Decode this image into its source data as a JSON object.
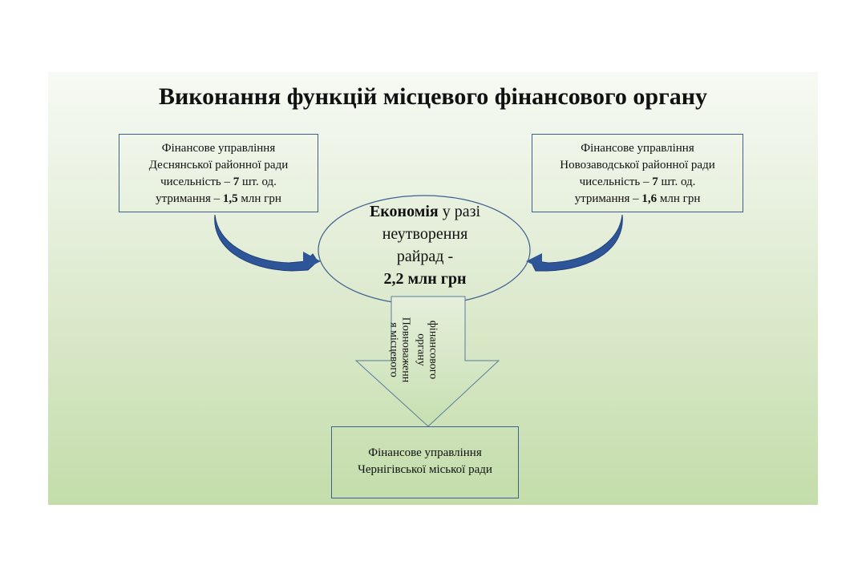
{
  "title": "Виконання функцій місцевого фінансового органу",
  "left_box": {
    "line1": "Фінансове управління",
    "line2": "Деснянської районної ради",
    "line3_pre": "чисельність – ",
    "line3_bold": "7",
    "line3_post": " шт. од.",
    "line4_pre": "утримання – ",
    "line4_bold": "1,5",
    "line4_post": " млн грн"
  },
  "right_box": {
    "line1": "Фінансове управління",
    "line2": "Новозаводської районної ради",
    "line3_pre": "чисельність – ",
    "line3_bold": "7",
    "line3_post": " шт. од.",
    "line4_pre": "утримання – ",
    "line4_bold": "1,6",
    "line4_post": " млн грн"
  },
  "center": {
    "line1_bold": "Економія",
    "line1_post": " у разі",
    "line2": "неутворення",
    "line3": "райрад -",
    "line4_bold": "2,2 млн грн"
  },
  "arrow_label": {
    "line1": "Повноваженн",
    "line2": "я місцевого",
    "line3": "фінансового",
    "line4": "органу"
  },
  "bottom_box": {
    "line1": "Фінансове управління",
    "line2": "Чернігівської міської ради"
  },
  "colors": {
    "border": "#3f5f8f",
    "curved_arrow": "#2e5597",
    "arrow_fill": "#c6dfb0"
  }
}
